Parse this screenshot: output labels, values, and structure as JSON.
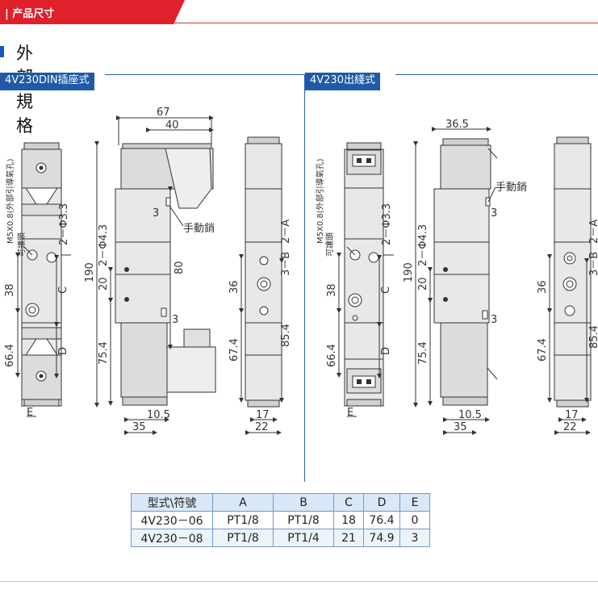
{
  "header": {
    "label": "| 产品尺寸"
  },
  "section": {
    "title": "外部規格"
  },
  "left_panel": {
    "tag": "4V230DIN插座式",
    "dims": {
      "d67": "67",
      "d40": "40",
      "d190": "190",
      "phi43": "2－Φ4.3",
      "d20": "20",
      "d80": "80",
      "d75_4": "75.4",
      "d3a": "3",
      "d3b": "3",
      "manual": "手動銷",
      "d10_5": "10.5",
      "d35": "35",
      "m5": "M5X0.8(外部引導氣孔)",
      "breather": "可讓頭",
      "phi33": "2－Φ3.3",
      "d38": "38",
      "dc": "C",
      "d66_4": "66.4",
      "dd": "D",
      "de": "E",
      "d36": "36",
      "d67_4": "67.4",
      "d85_4": "85.4",
      "d2a": "2－A",
      "d3b_port": "3－B",
      "d17": "17",
      "d22": "22"
    }
  },
  "right_panel": {
    "tag": "4V230出綫式",
    "dims": {
      "d36_5": "36.5",
      "manual": "手動銷",
      "d3": "3",
      "d3b": "3",
      "d190": "190",
      "phi43": "2－Φ4.3",
      "d20": "20",
      "d75_4": "75.4",
      "d10_5": "10.5",
      "d35": "35",
      "m5": "M5X0.8(外部引導氣孔)",
      "breather": "可讓頭",
      "phi33": "2－Φ3.3",
      "d38": "38",
      "dc": "C",
      "d66_4": "66.4",
      "dd": "D",
      "de": "E",
      "d36": "36",
      "d67_4": "67.4",
      "d85_4": "85.4",
      "d2a": "2－A",
      "d3b_port": "3－B",
      "d17": "17",
      "d22": "22"
    }
  },
  "table": {
    "headers": [
      "型式\\符號",
      "A",
      "B",
      "C",
      "D",
      "E"
    ],
    "rows": [
      [
        "4V230－06",
        "PT1/8",
        "PT1/8",
        "18",
        "76.4",
        "0"
      ],
      [
        "4V230－08",
        "PT1/8",
        "PT1/4",
        "21",
        "74.9",
        "3"
      ]
    ]
  }
}
